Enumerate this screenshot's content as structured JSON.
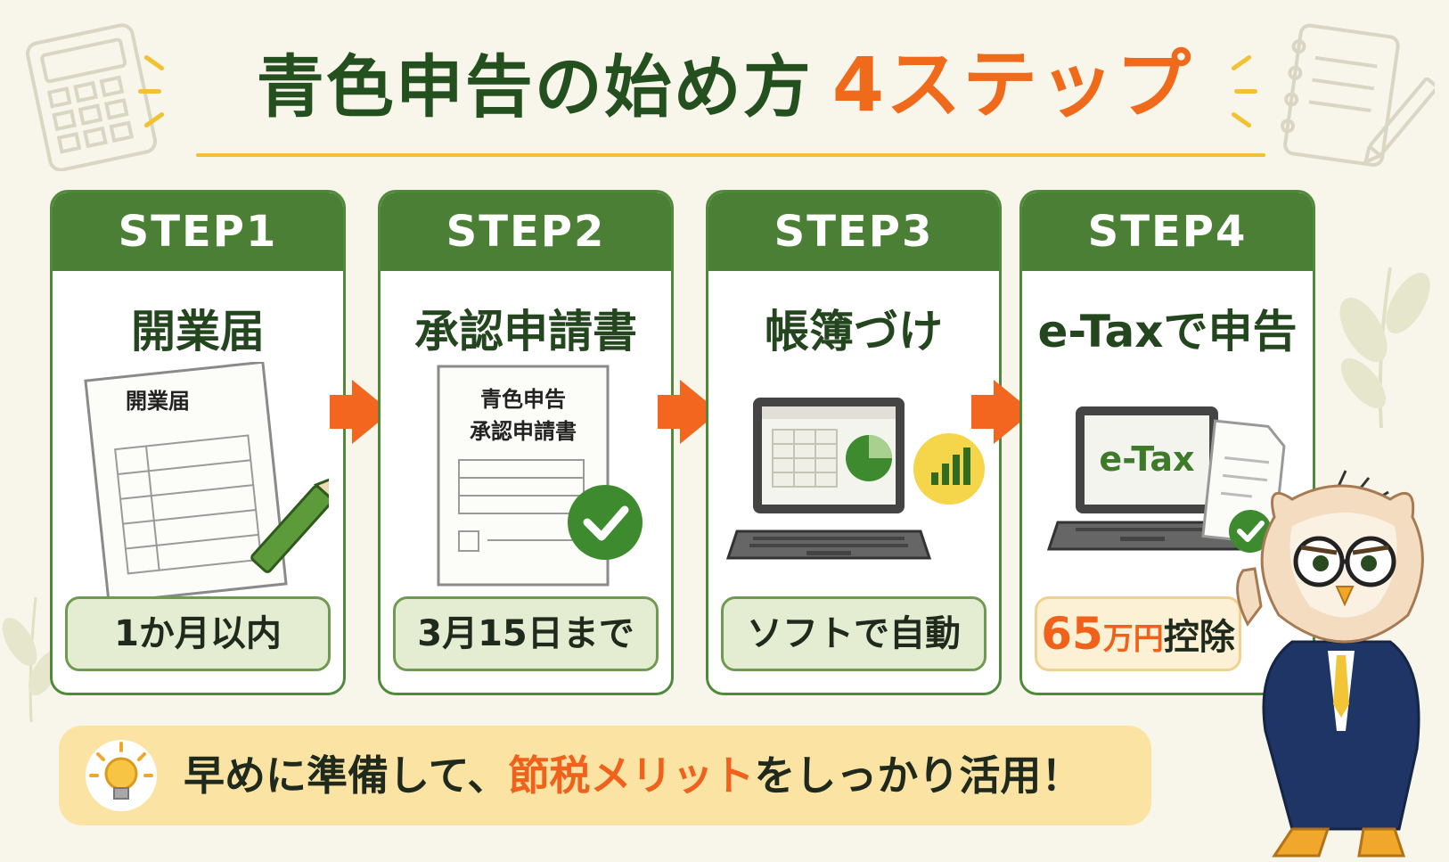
{
  "title": {
    "main": "青色申告の始め方",
    "accent": "4ステップ"
  },
  "steps": [
    {
      "label": "STEP1",
      "title": "開業届",
      "doc_title": "開業届",
      "pill": "1か月以内"
    },
    {
      "label": "STEP2",
      "title": "承認申請書",
      "doc_line1": "青色申告",
      "doc_line2": "承認申請書",
      "pill": "3月15日まで"
    },
    {
      "label": "STEP3",
      "title": "帳簿づけ",
      "pill": "ソフトで自動"
    },
    {
      "label": "STEP4",
      "title": "e-Taxで申告",
      "screen_label": "e-Tax",
      "pill_num": "65",
      "pill_unit": "万円",
      "pill_rest": "控除"
    }
  ],
  "banner": {
    "before": "早めに準備して、",
    "highlight": "節税メリット",
    "after": "をしっかり活用！"
  },
  "colors": {
    "green_dark": "#4b7f35",
    "orange": "#f0621c",
    "gold": "#f1c233",
    "bg": "#f8f5ea"
  },
  "icons": [
    "calculator-icon",
    "notebook-pencil-icon",
    "leaf-icon",
    "lightbulb-icon",
    "check-icon",
    "laptop-icon",
    "bar-chart-icon",
    "pie-chart-icon",
    "pencil-icon",
    "document-icon",
    "owl-mascot"
  ]
}
